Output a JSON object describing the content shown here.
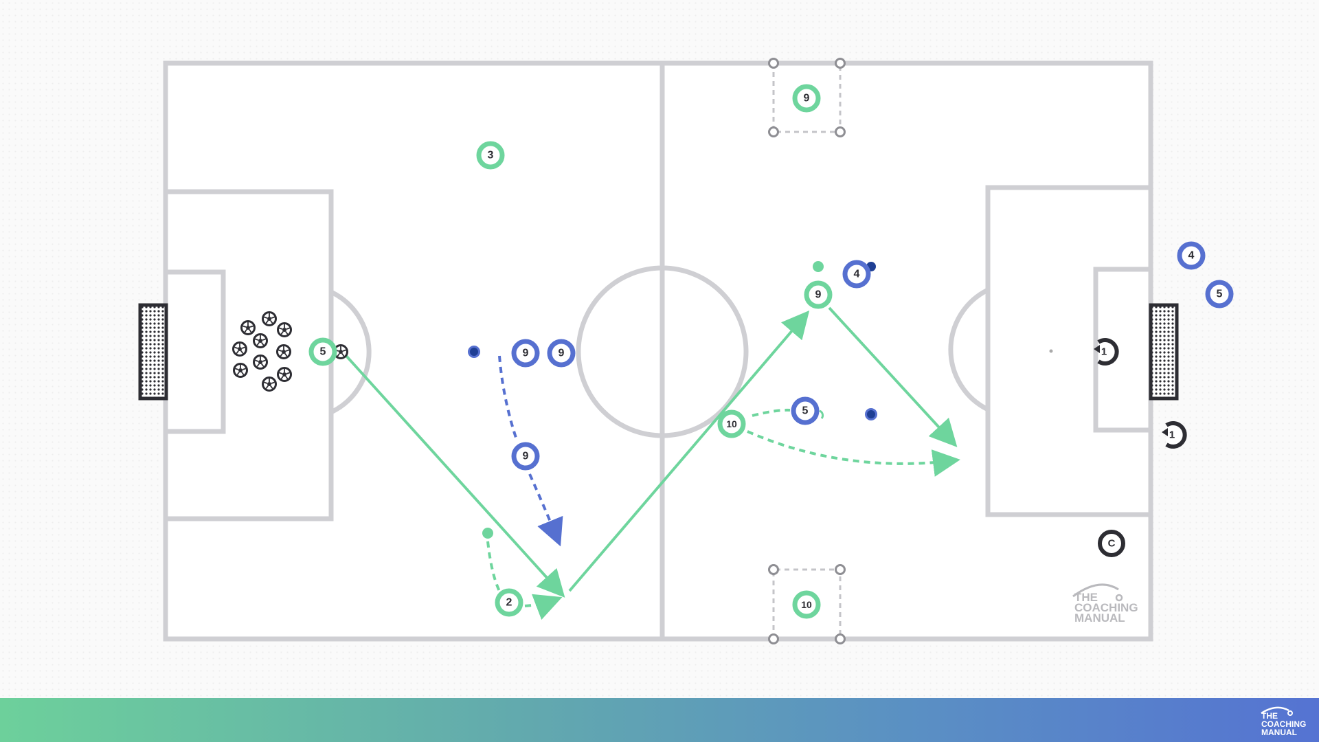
{
  "colors": {
    "pitch_line": "#cfcfd3",
    "attack_team": "#6ed59d",
    "defend_team": "#5670d0",
    "defend_ball": "#1f3f94",
    "neutral_dark": "#2d2d33",
    "box_outline": "#c4c4c8",
    "brand_gray": "#b9b9bd"
  },
  "legend_icons": {
    "goal": "goal-net-icon",
    "ball": "soccer-ball-icon",
    "cone": "cone-icon",
    "goalkeeper": "goalkeeper-icon",
    "coach": "coach-icon"
  },
  "players": {
    "attackers": [
      {
        "label": "3"
      },
      {
        "label": "5"
      },
      {
        "label": "2"
      },
      {
        "label": "10"
      },
      {
        "label": "9"
      },
      {
        "label": "9"
      },
      {
        "label": "10"
      }
    ],
    "defenders": [
      {
        "label": "9"
      },
      {
        "label": "9"
      },
      {
        "label": "9"
      },
      {
        "label": "5"
      },
      {
        "label": "4"
      },
      {
        "label": "4"
      },
      {
        "label": "5"
      }
    ],
    "goalkeepers": [
      {
        "label": "1"
      },
      {
        "label": "1"
      }
    ],
    "coach": {
      "label": "C"
    }
  },
  "brand": {
    "line1": "THE",
    "line2": "COACHING",
    "line3": "MANUAL"
  },
  "footer_brand": {
    "line1": "THE",
    "line2": "COACHING",
    "line3": "MANUAL"
  }
}
